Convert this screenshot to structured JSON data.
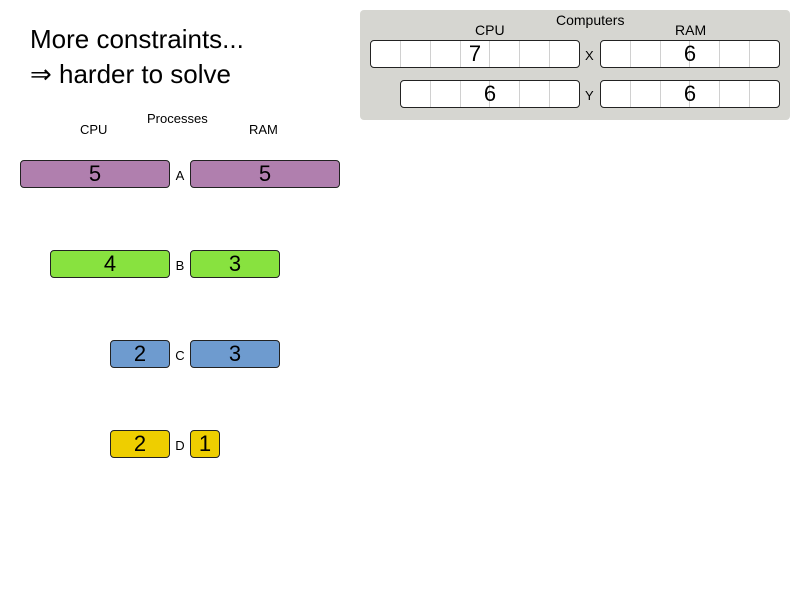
{
  "title": {
    "line1": "More constraints...",
    "line2": "⇒ harder to solve"
  },
  "computers": {
    "header": "Computers",
    "cpu_label": "CPU",
    "ram_label": "RAM",
    "cell_count": 7,
    "items": [
      {
        "name": "X",
        "cpu": "7",
        "ram": "6"
      },
      {
        "name": "Y",
        "cpu": "6",
        "ram": "6"
      }
    ]
  },
  "processes": {
    "header": "Processes",
    "cpu_label": "CPU",
    "ram_label": "RAM",
    "items": [
      {
        "name": "A",
        "cpu": "5",
        "ram": "5",
        "color": "#b07fae"
      },
      {
        "name": "B",
        "cpu": "4",
        "ram": "3",
        "color": "#88e23f"
      },
      {
        "name": "C",
        "cpu": "2",
        "ram": "3",
        "color": "#6e9bcf"
      },
      {
        "name": "D",
        "cpu": "2",
        "ram": "1",
        "color": "#eece00"
      }
    ]
  }
}
